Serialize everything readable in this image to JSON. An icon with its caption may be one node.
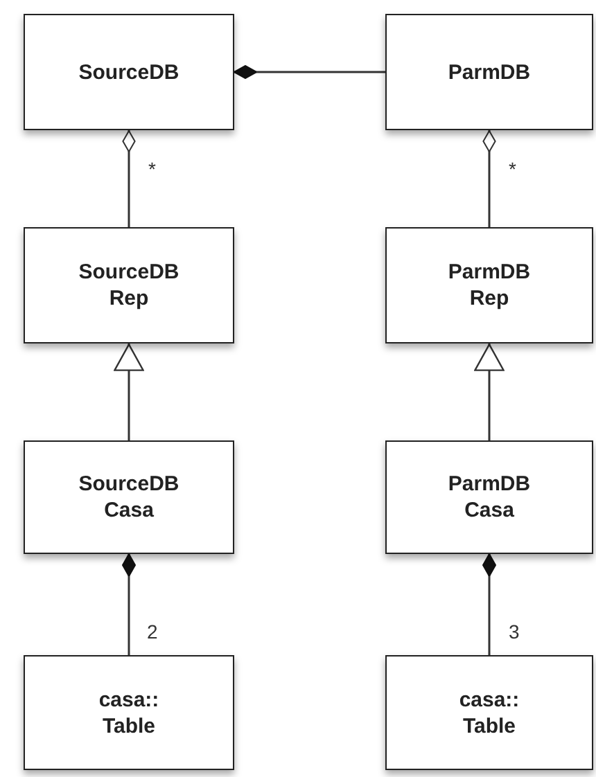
{
  "diagram": {
    "nodes": [
      {
        "text": [
          "SourceDB"
        ]
      },
      {
        "text": [
          "ParmDB"
        ]
      },
      {
        "text": [
          "SourceDB Rep"
        ]
      },
      {
        "text": [
          "ParmDB Rep"
        ]
      },
      {
        "text": [
          "SourceDB Casa"
        ]
      },
      {
        "text": [
          "ParmDB Casa"
        ]
      },
      {
        "text": [
          "casa:: Table"
        ]
      },
      {
        "text": [
          "casa:: Table"
        ]
      }
    ],
    "edges": [
      {
        "from": 1,
        "to": 0,
        "arrow": "other"
      },
      {
        "from": 2,
        "to": 0,
        "arrow": "other",
        "label": "*"
      },
      {
        "from": 3,
        "to": 1,
        "arrow": "other",
        "label": "*"
      },
      {
        "from": 4,
        "to": 2,
        "arrow": "to"
      },
      {
        "from": 5,
        "to": 3,
        "arrow": "to"
      },
      {
        "from": 6,
        "to": 4,
        "arrow": "other",
        "label": "2"
      },
      {
        "from": 7,
        "to": 5,
        "arrow": "other",
        "label": "3"
      }
    ]
  }
}
